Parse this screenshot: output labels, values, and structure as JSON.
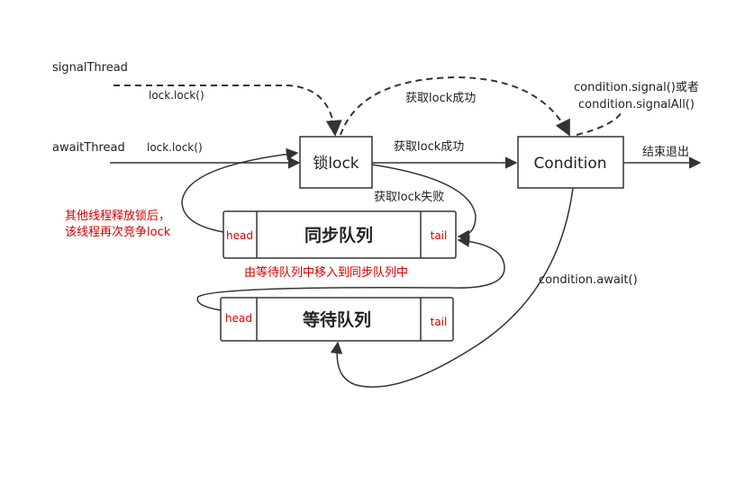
{
  "threads": {
    "signal_thread": "signalThread",
    "await_thread": "awaitThread",
    "signal_lock_call": "lock.lock()",
    "await_lock_call": "lock.lock()"
  },
  "nodes": {
    "lock_box": "锁lock",
    "condition_box": "Condition"
  },
  "edges": {
    "acquire_success_top": "获取lock成功",
    "acquire_success_mid": "获取lock成功",
    "acquire_fail": "获取lock失败",
    "signal_line1": "condition.signal()或者",
    "signal_line2": "condition.signalAll()",
    "exit": "结束退出",
    "await_call": "condition.await()",
    "compete_line1": "其他线程释放锁后，",
    "compete_line2": "该线程再次竞争lock",
    "move_queue": "由等待队列中移入到同步队列中"
  },
  "queues": {
    "sync": {
      "title": "同步队列",
      "head": "head",
      "tail": "tail"
    },
    "wait": {
      "title": "等待队列",
      "head": "head",
      "tail": "tail"
    }
  },
  "colors": {
    "stroke": "#333333",
    "annotation_red": "#d40000"
  }
}
